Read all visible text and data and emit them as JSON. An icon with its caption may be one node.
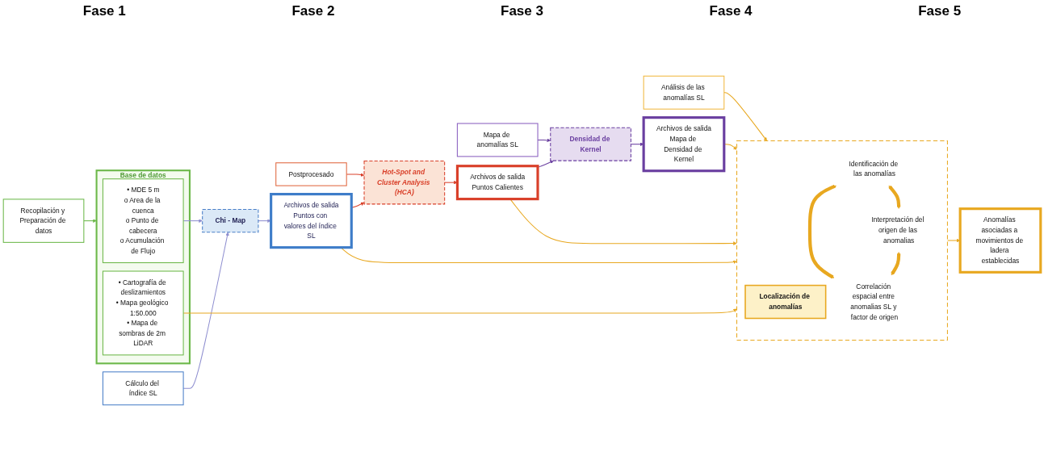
{
  "diagram": {
    "nodes": [
      {
        "text": [
          "Recopilación y Preparación de datos"
        ]
      },
      {
        "text": [
          "Cálculo del índice SL"
        ]
      },
      {
        "text": [
          "Postprocesado"
        ]
      },
      {
        "text": [
          "Mapa de anomalías SL"
        ]
      },
      {
        "text": [
          "Análisis de las anomalías SL"
        ]
      },
      {
        "text": [
          "Base de datos"
        ]
      },
      {
        "text": [
          "• MDE 5 m",
          "o Area de la cuenca",
          "o Punto de cabecera",
          "o Acumulación de Flujo"
        ],
        "in": 5
      },
      {
        "text": [
          "• Cartografía de deslizamientos",
          "• Mapa geológico 1:50.000",
          "• Mapa de sombras de 2m LiDAR"
        ],
        "in": 5
      },
      {
        "text": [
          "Chi - Map"
        ]
      },
      {
        "text": [
          "Archivos de salida",
          "Puntos con valores del índice SL"
        ]
      },
      {
        "text": [
          "Hot-Spot and Cluster Analysis (HCA)"
        ]
      },
      {
        "text": [
          "Archivos de salida",
          "Puntos Calientes"
        ]
      },
      {
        "text": [
          "Densidad de Kernel"
        ]
      },
      {
        "text": [
          "Archivos de salida",
          "Mapa de Densidad de Kernel"
        ]
      },
      {
        "text": [],
        "shape": "box"
      },
      {
        "text": [
          "Localización de anomalías"
        ],
        "in": 14
      },
      {
        "text": [
          "Identificación de las anomalías"
        ],
        "in": 14
      },
      {
        "text": [
          "Interpretación del origen de las anomalias"
        ],
        "in": 14
      },
      {
        "text": [
          "Correlación espacial entre anomalias SL y factor de origen"
        ],
        "in": 14
      },
      {
        "text": [
          "Anomalías asociadas a movimientos de ladera establecidas"
        ]
      }
    ],
    "edges": [
      {
        "from": 0,
        "to": 5,
        "arrow": "to",
        "color": "#6cb84a"
      },
      {
        "from": 1,
        "to": 8,
        "arrow": "to",
        "color": "#8f8fd0"
      },
      {
        "from": 2,
        "to": 10,
        "arrow": "to",
        "color": "#d9402a"
      },
      {
        "from": 3,
        "to": 12,
        "arrow": "to",
        "color": "#6a3fa0"
      },
      {
        "from": 4,
        "to": 14,
        "arrow": "to"
      },
      {
        "from": 6,
        "to": 8,
        "arrow": "to",
        "color": "#8f8fd0"
      },
      {
        "from": 8,
        "to": 9,
        "arrow": "to",
        "color": "#8f8fd0"
      },
      {
        "from": 9,
        "to": 10,
        "arrow": "to",
        "color": "#d9402a"
      },
      {
        "from": 10,
        "to": 11,
        "arrow": "to",
        "color": "#d9402a"
      },
      {
        "from": 11,
        "to": 12,
        "arrow": "to",
        "color": "#6a3fa0"
      },
      {
        "from": 12,
        "to": 13,
        "arrow": "to",
        "color": "#6a3fa0"
      },
      {
        "from": 9,
        "to": 14,
        "arrow": "to"
      },
      {
        "from": 11,
        "to": 14,
        "arrow": "to"
      },
      {
        "from": 13,
        "to": 14,
        "arrow": "to"
      },
      {
        "from": 7,
        "to": 14,
        "arrow": "to"
      },
      {
        "from": 16,
        "to": 17,
        "arrow": "both",
        "style": "thick"
      },
      {
        "from": 16,
        "to": 18,
        "arrow": "both",
        "style": "thick"
      },
      {
        "from": 17,
        "to": 18,
        "arrow": "both",
        "style": "thick"
      },
      {
        "from": 14,
        "to": 19,
        "arrow": "to"
      }
    ],
    "labels": [
      "Fase 1",
      "Fase 2",
      "Fase 3",
      "Fase 4",
      "Fase 5"
    ]
  }
}
